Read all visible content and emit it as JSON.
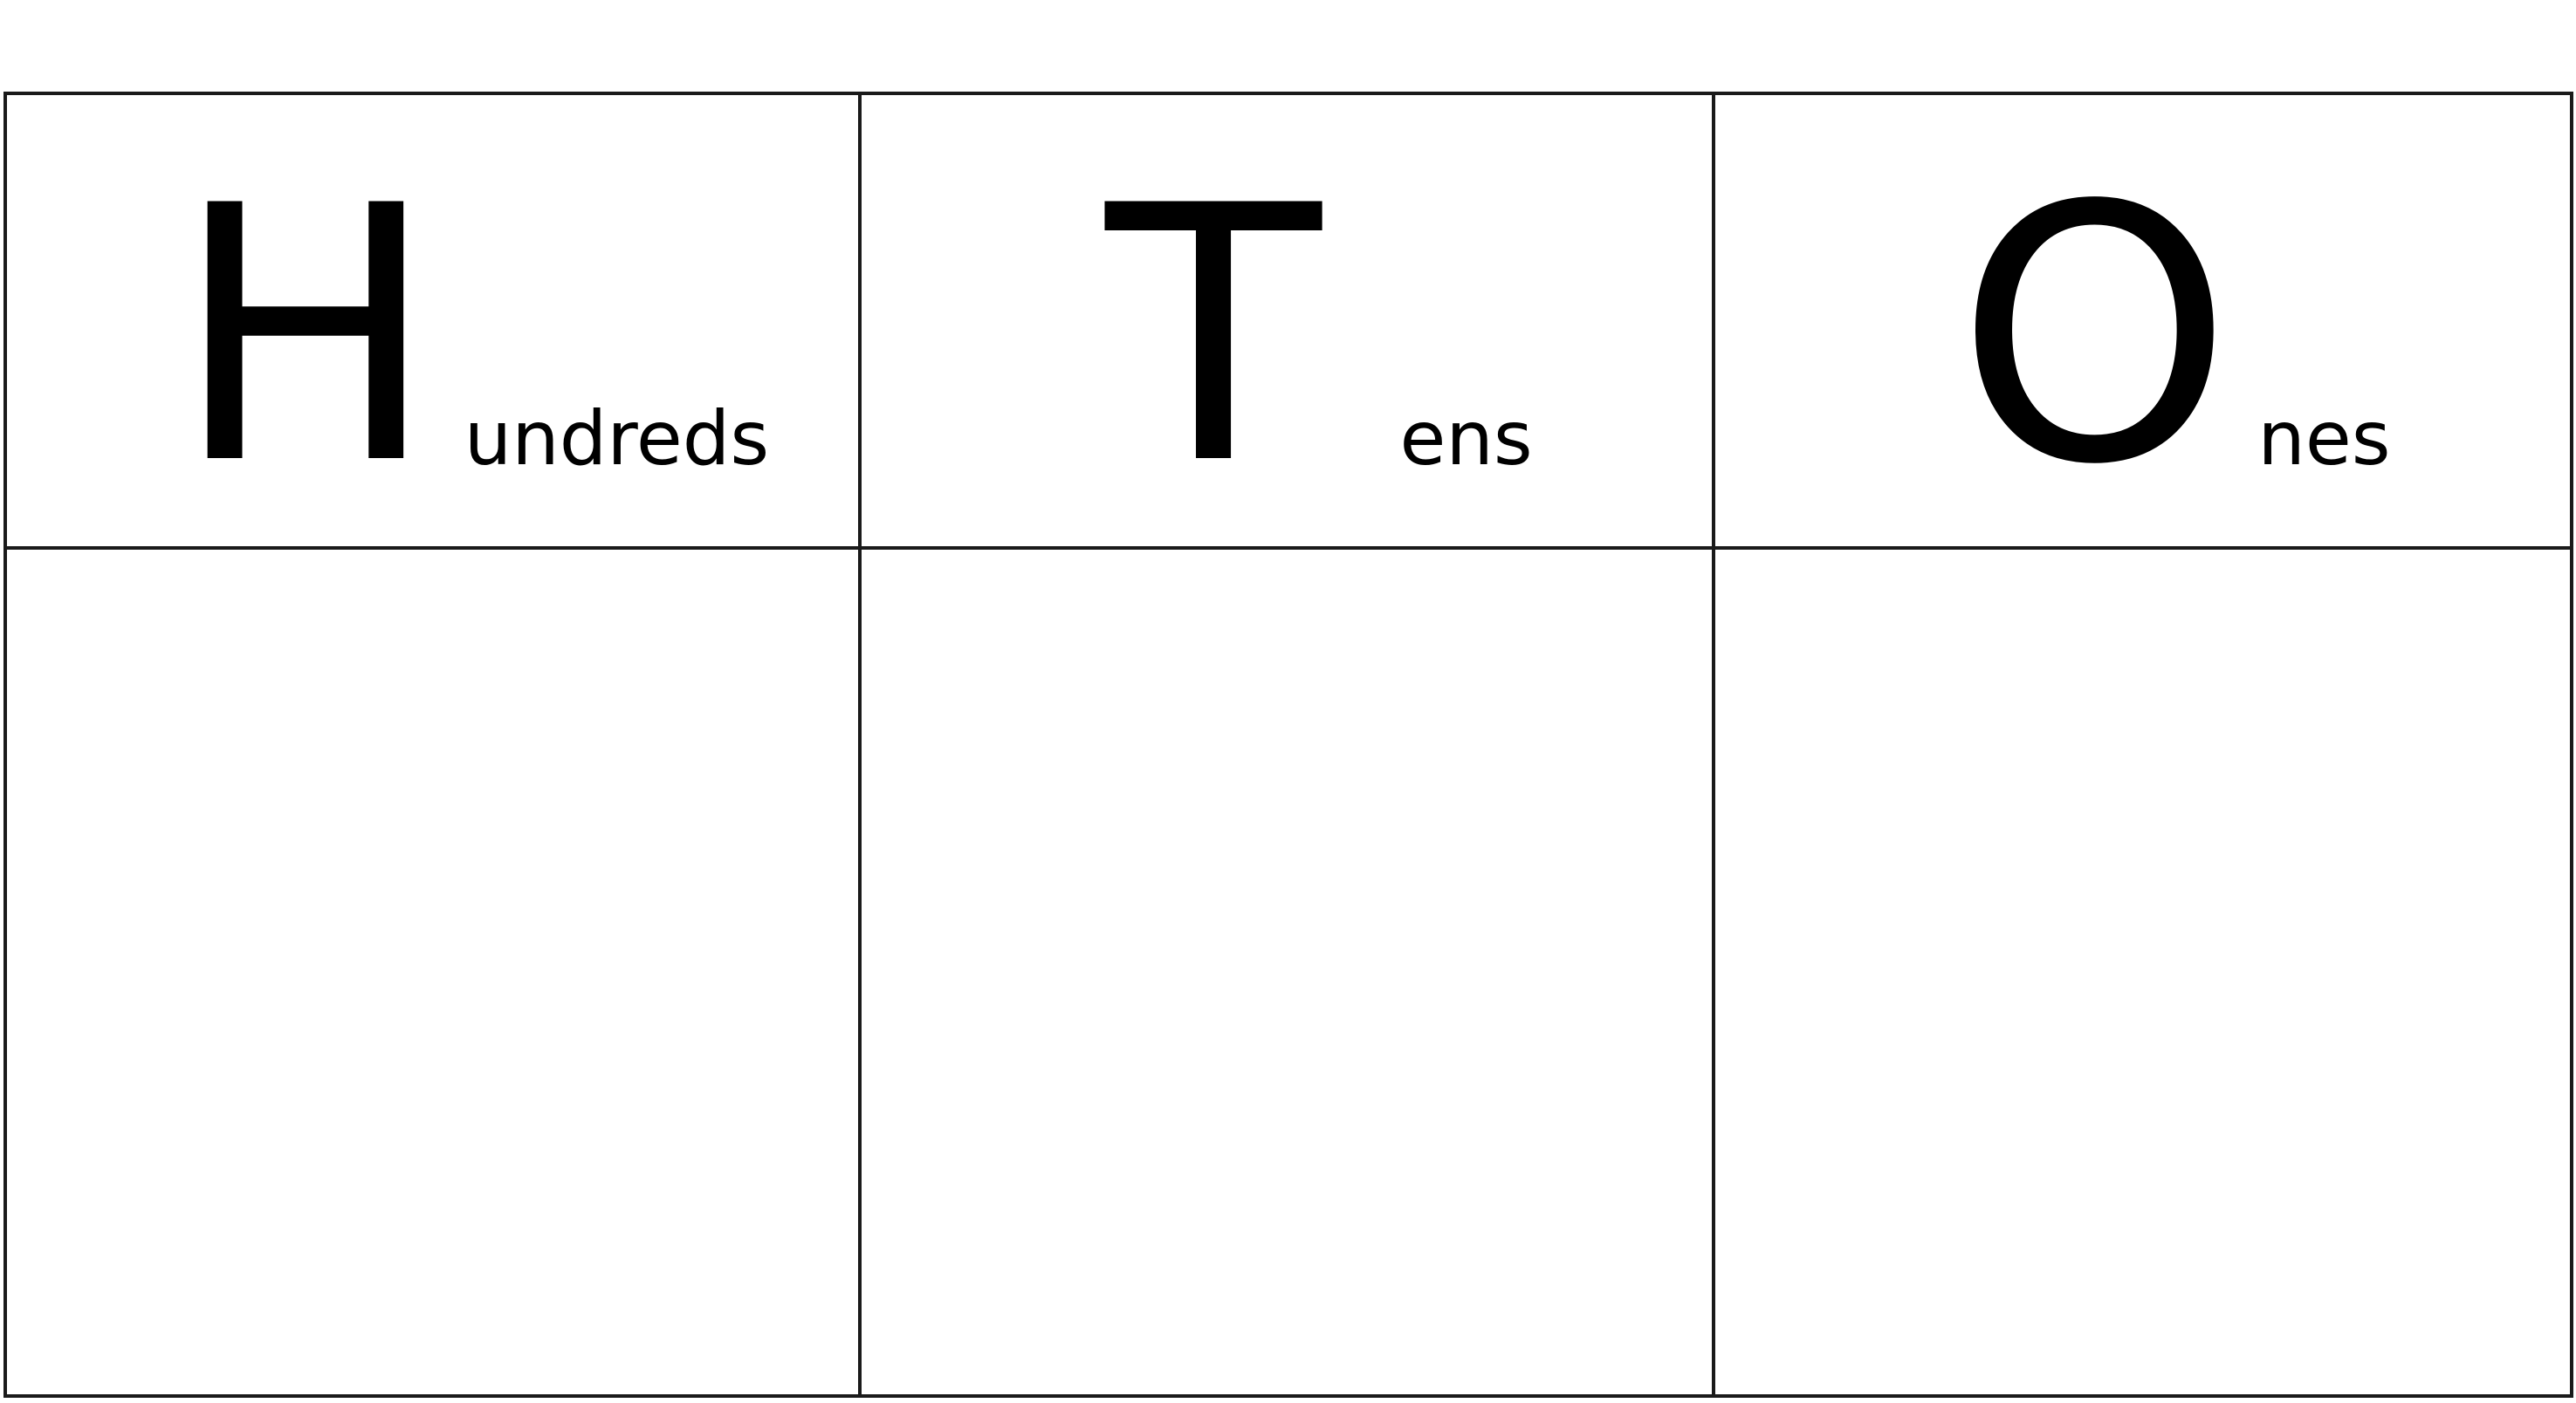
{
  "columns": [
    {
      "letter": "H",
      "rest": "undreds"
    },
    {
      "letter": "T",
      "rest": "ens"
    },
    {
      "letter": "O",
      "rest": "nes"
    }
  ],
  "colors": {
    "grid_line": "#1a1a1a",
    "text": "#000000",
    "background": "#ffffff"
  }
}
